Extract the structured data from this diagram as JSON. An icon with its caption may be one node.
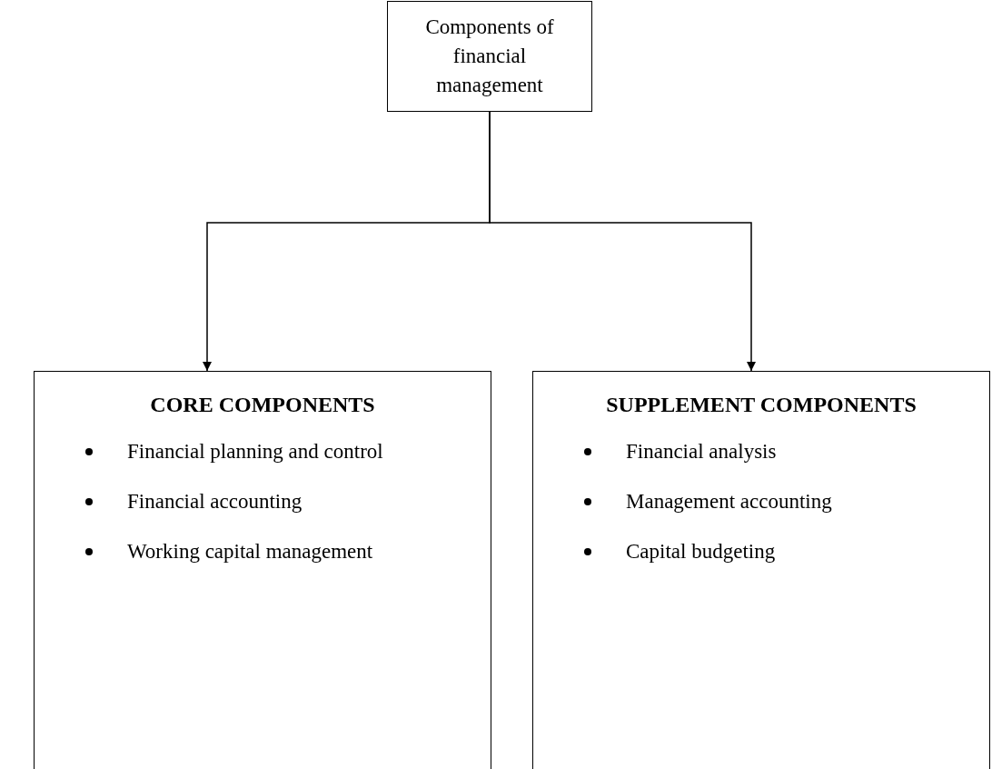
{
  "diagram": {
    "nodes": [
      {
        "text": [
          "Components of financial management"
        ]
      },
      {
        "text": [
          "CORE COMPONENTS",
          "Financial planning and control",
          "Financial accounting",
          "Working capital management"
        ]
      },
      {
        "text": [
          "SUPPLEMENT COMPONENTS",
          "Financial analysis",
          "Management accounting",
          "Capital budgeting"
        ]
      }
    ],
    "edges": [
      {
        "from": 0,
        "to": 1,
        "arrow": "to"
      },
      {
        "from": 0,
        "to": 2,
        "arrow": "to"
      }
    ]
  }
}
